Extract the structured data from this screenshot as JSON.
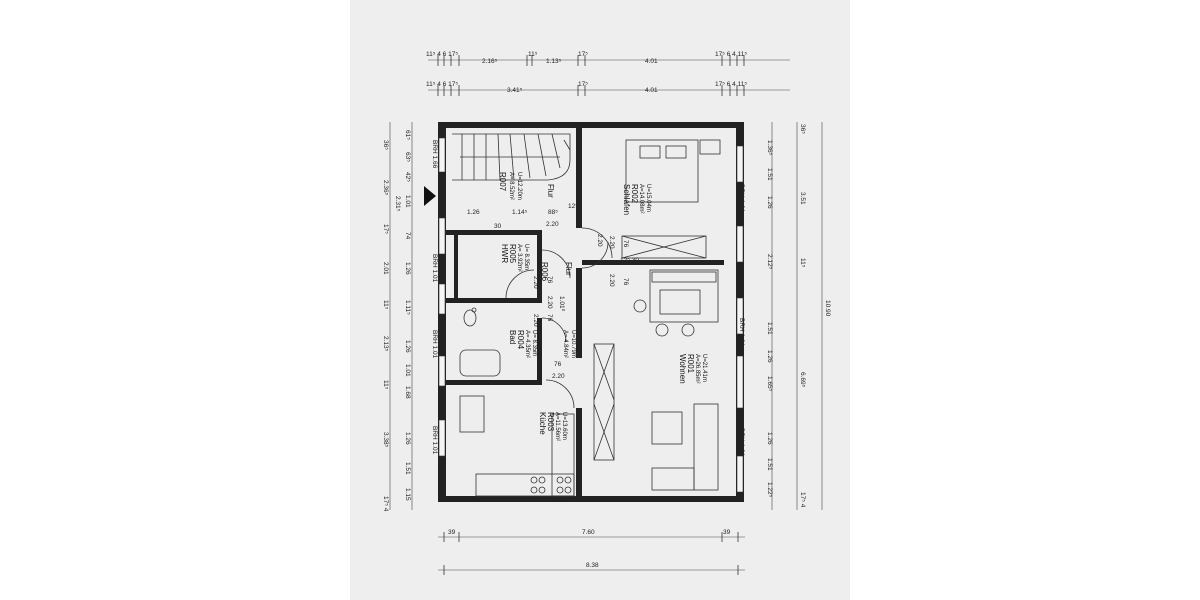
{
  "dims_top_row1": [
    "11⁵ 4 6 17⁵",
    "2.16⁵",
    "11⁵",
    "1.13⁵",
    "17⁵",
    "4.01",
    "17⁵ 6 4 11⁵"
  ],
  "dims_top_row2": [
    "11⁵ 4 6 17⁵",
    "3.41⁵",
    "17⁵",
    "4.01",
    "17⁵ 6 4 11⁵"
  ],
  "dims_bottom": {
    "left": "39",
    "middle": "7.60",
    "right": "39",
    "total": "8.38"
  },
  "dims_left_outer": [
    "36⁵",
    "2.36⁵",
    "17⁵",
    "2.01",
    "11⁵",
    "2.13⁵",
    "11⁵",
    "3.38⁵",
    "17⁵ 4"
  ],
  "dims_left_inner": [
    "61⁵",
    "63⁵",
    "42⁵",
    "1.01",
    "2.31⁵",
    "74",
    "1.26",
    "1.11⁵",
    "1.26",
    "1.01",
    "1.68",
    "1.26",
    "1.51",
    "1.15"
  ],
  "dims_right_inner": [
    "1.36⁵",
    "1.51",
    "1.26",
    "2.12⁵",
    "1.51",
    "1.26",
    "1.65⁵",
    "1.26",
    "1.51",
    "1.22⁵"
  ],
  "dims_right_outer": [
    "36⁵",
    "3.51",
    "11⁵",
    "6.69⁵",
    "17⁵ 4"
  ],
  "dims_right_total": "10.90",
  "brh_labels": [
    "BRH 1.66",
    "BRH 1.01",
    "BRH 1.01",
    "BRH 1.01",
    "BRH 1.01",
    "BRH 1.01",
    "BRH 1.01"
  ],
  "rooms": {
    "r007": {
      "id": "R007",
      "name": "Flur",
      "area": "A= 8.52m²",
      "perim": "U=12.20m"
    },
    "r002": {
      "id": "R002",
      "name": "Schlafen",
      "area": "A=14.08m²",
      "perim": "U=15.04m"
    },
    "r005": {
      "id": "R005",
      "name": "HWR",
      "area": "A= 3.92m²",
      "perim": "U= 8.35m"
    },
    "r006": {
      "id": "R006",
      "name": "Flur",
      "area": "A= 4.84m²",
      "perim": "U=10.79m"
    },
    "r004": {
      "id": "R004",
      "name": "Bad",
      "area": "A= 4.35m²",
      "perim": "U= 8.35m"
    },
    "r001": {
      "id": "R001",
      "name": "Wohnen",
      "area": "A=26.85m²",
      "perim": "U=21.41m"
    },
    "r003": {
      "id": "R003",
      "name": "Küche",
      "area": "A=11.56m²",
      "perim": "U=13.60m"
    }
  },
  "door_dims": [
    "88⁵",
    "1.14⁵",
    "1.26",
    "2.20",
    "76",
    "2.20",
    "2.20",
    "76",
    "2.20",
    "76",
    "2.20",
    "2.20",
    "76",
    "2.20",
    "1.01⁰",
    "76",
    "2.20",
    "12⁵",
    "30",
    "12⁵ 30"
  ]
}
